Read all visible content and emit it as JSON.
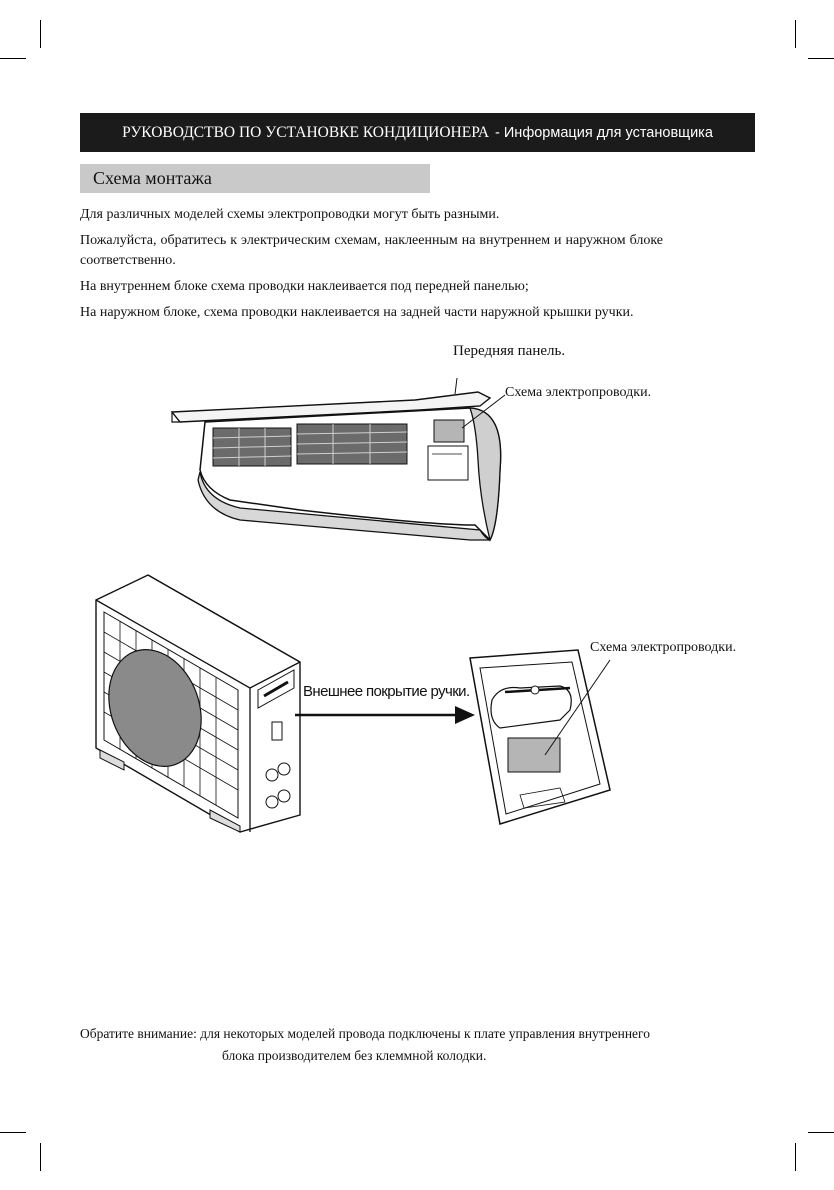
{
  "header": {
    "title": "РУКОВОДСТВО ПО УСТАНОВКЕ КОНДИЦИОНЕРА",
    "subtitle": "- Информация для установщика"
  },
  "section": {
    "title": "Схема монтажа"
  },
  "paragraphs": [
    "Для различных моделей схемы электропроводки могут быть разными.",
    "Пожалуйста, обратитесь к электрическим схемам, наклеенным на внутреннем и наружном блоке соответственно.",
    "На внутреннем блоке схема проводки наклеивается под передней панелью;",
    "На наружном блоке, схема проводки наклеивается на задней части наружной крышки ручки."
  ],
  "indoor_labels": {
    "front_panel": "Передняя панель.",
    "wiring_diagram": "Схема электропроводки."
  },
  "outdoor_labels": {
    "handle_cover": "Внешнее покрытие ручки.",
    "wiring_diagram": "Схема электропроводки."
  },
  "note": {
    "line1": "Обратите внимание: для некоторых моделей провода подключены к плате управления внутреннего",
    "line2": "блока производителем без клеммной колодки."
  }
}
